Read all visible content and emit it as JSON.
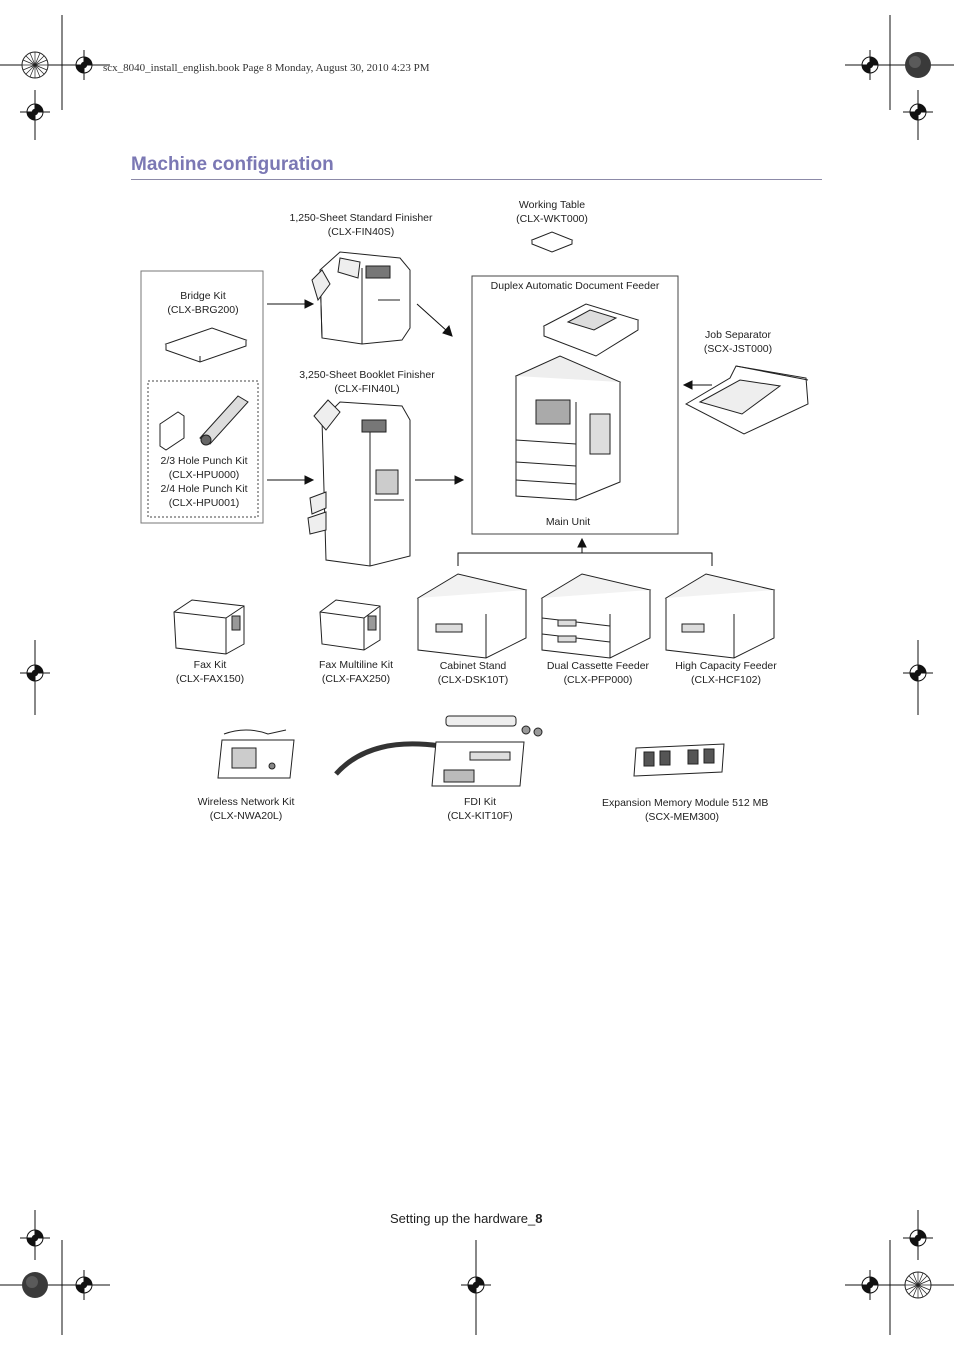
{
  "header": {
    "file_line": "scx_8040_install_english.book  Page 8  Monday, August 30, 2010  4:23 PM"
  },
  "section": {
    "title": "Machine configuration"
  },
  "components": {
    "standard_finisher": {
      "name": "1,250-Sheet Standard Finisher",
      "model": "(CLX-FIN40S)"
    },
    "working_table": {
      "name": "Working Table",
      "model": "(CLX-WKT000)"
    },
    "bridge_kit": {
      "name": "Bridge Kit",
      "model": "(CLX-BRG200)"
    },
    "hole_punch": {
      "line1": "2/3 Hole Punch Kit",
      "line2": "(CLX-HPU000)",
      "line3": "2/4 Hole Punch Kit",
      "line4": "(CLX-HPU001)"
    },
    "booklet_finisher": {
      "name": "3,250-Sheet Booklet Finisher",
      "model": "(CLX-FIN40L)"
    },
    "dadf": {
      "name": "Duplex Automatic Document Feeder"
    },
    "main_unit": {
      "name": "Main Unit"
    },
    "job_separator": {
      "name": "Job Separator",
      "model": "(SCX-JST000)"
    },
    "fax_kit": {
      "name": "Fax Kit",
      "model": "(CLX-FAX150)"
    },
    "fax_multiline": {
      "name": "Fax Multiline Kit",
      "model": "(CLX-FAX250)"
    },
    "cabinet_stand": {
      "name": "Cabinet Stand",
      "model": "(CLX-DSK10T)"
    },
    "dual_cassette": {
      "name": "Dual Cassette Feeder",
      "model": "(CLX-PFP000)"
    },
    "hcf": {
      "name": "High Capacity Feeder",
      "model": "(CLX-HCF102)"
    },
    "wireless": {
      "name": "Wireless Network Kit",
      "model": "(CLX-NWA20L)"
    },
    "fdi": {
      "name": "FDI Kit",
      "model": "(CLX-KIT10F)"
    },
    "memory": {
      "name": "Expansion Memory Module 512 MB",
      "model": "(SCX-MEM300)"
    }
  },
  "footer": {
    "text": "Setting up the hardware_",
    "page": "8"
  }
}
